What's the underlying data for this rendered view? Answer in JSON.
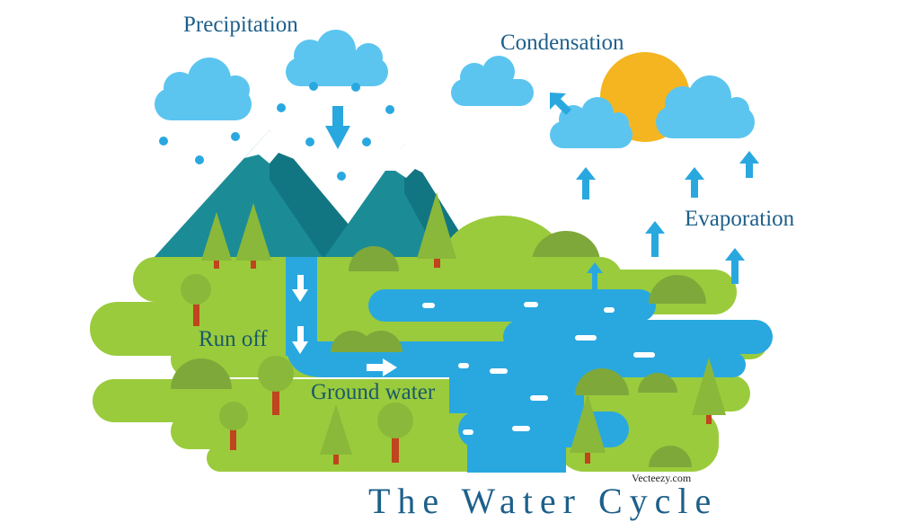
{
  "labels": {
    "precipitation": "Precipitation",
    "condensation": "Condensation",
    "evaporation": "Evaporation",
    "run_off": "Run off",
    "ground_water": "Ground water"
  },
  "credit": "Vecteezy.com",
  "title": "The Water Cycle",
  "colors": {
    "grass": "#9acb3c",
    "grass_dark": "#7fa83a",
    "water": "#29a8e0",
    "cloud": "#5bc5ef",
    "sun": "#f5b520",
    "mountain": "#1b8c96",
    "mountain_dark": "#127682",
    "trunk": "#c0441e",
    "text": "#1d5f8a"
  }
}
